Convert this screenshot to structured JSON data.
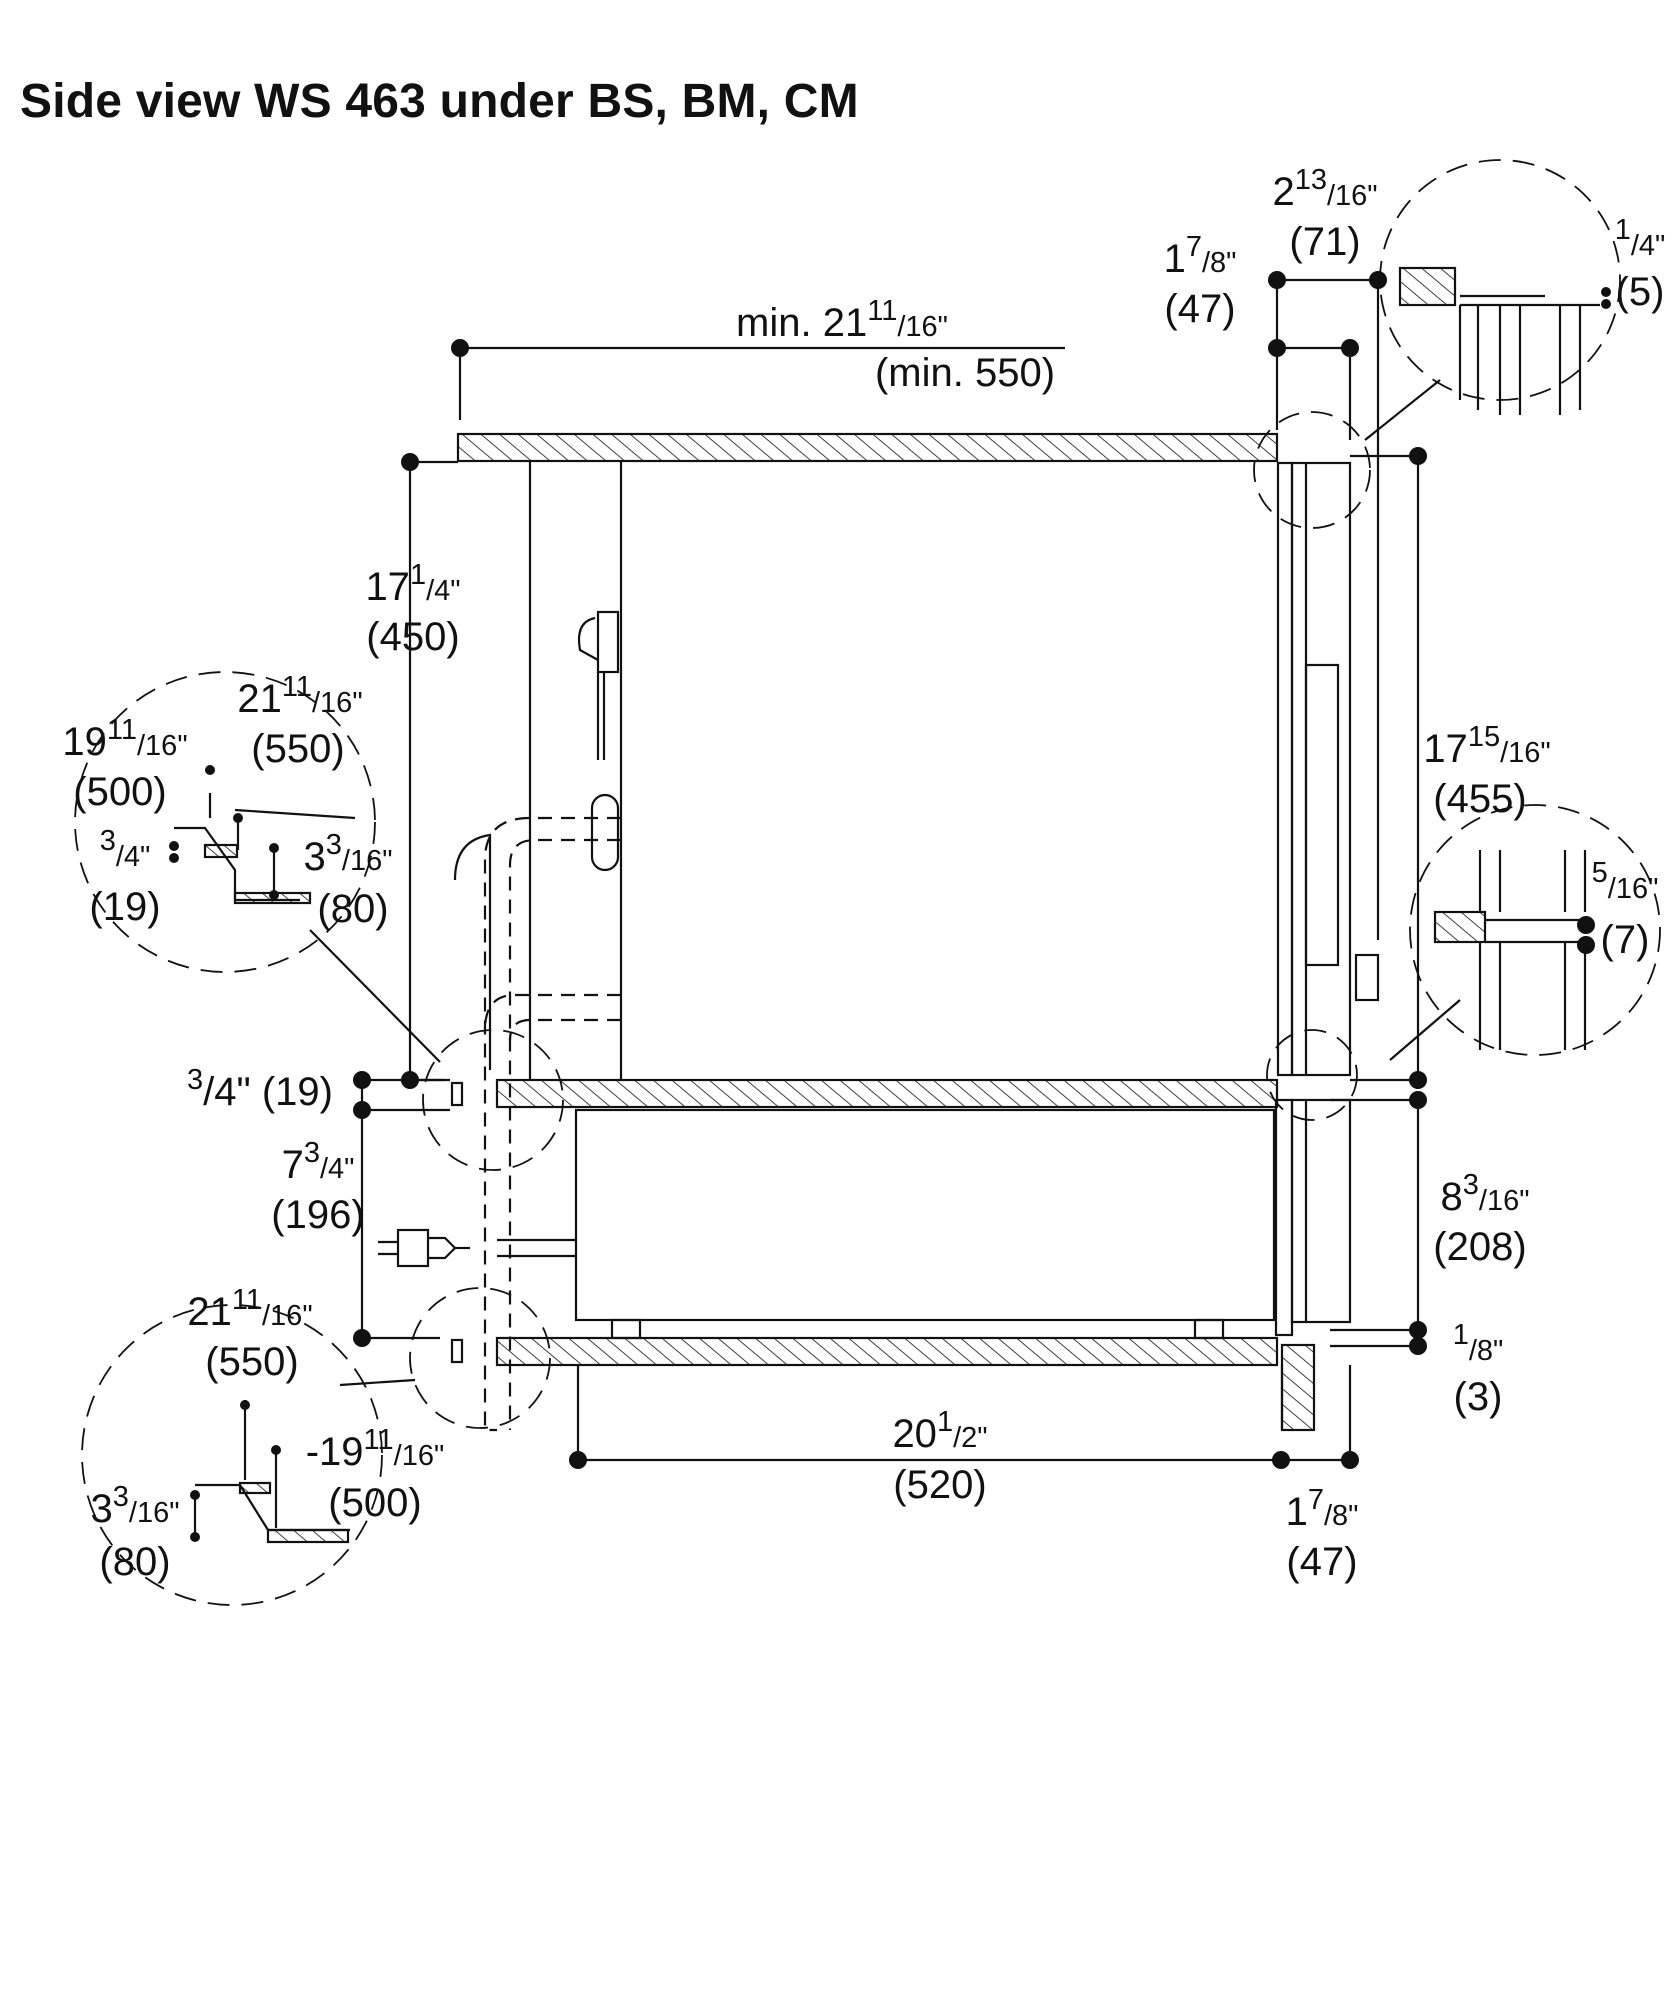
{
  "title": "Side view WS 463 under BS, BM, CM",
  "dimensions": {
    "top_width": {
      "whole": "min. 21",
      "num": "11",
      "den": "/16\"",
      "metric": "(min. 550)"
    },
    "front_47_top": {
      "whole": "1",
      "num": "7",
      "den": "/8\"",
      "metric": "(47)"
    },
    "front_71": {
      "whole": "2",
      "num": "13",
      "den": "/16\"",
      "metric": "(71)"
    },
    "detail_quarter": {
      "whole": "",
      "num": "1",
      "den": "/4\"",
      "metric": "(5)"
    },
    "upper_height": {
      "whole": "17",
      "num": "1",
      "den": "/4\"",
      "metric": "(450)"
    },
    "appliance_height": {
      "whole": "17",
      "num": "15",
      "den": "/16\"",
      "metric": "(455)"
    },
    "gap_5_16": {
      "whole": "",
      "num": "5",
      "den": "/16\"",
      "metric": "(7)"
    },
    "shelf_thickness": {
      "whole": "",
      "num": "3",
      "den": "/4\" (19)",
      "metric": ""
    },
    "drawer_height_left": {
      "whole": "7",
      "num": "3",
      "den": "/4\"",
      "metric": "(196)"
    },
    "drawer_height_right": {
      "whole": "8",
      "num": "3",
      "den": "/16\"",
      "metric": "(208)"
    },
    "gap_1_8": {
      "whole": "",
      "num": "1",
      "den": "/8\"",
      "metric": "(3)"
    },
    "bottom_depth": {
      "whole": "20",
      "num": "1",
      "den": "/2\"",
      "metric": "(520)"
    },
    "front_47_bottom": {
      "whole": "1",
      "num": "7",
      "den": "/8\"",
      "metric": "(47)"
    },
    "top_detail_550": {
      "whole": "21",
      "num": "11",
      "den": "/16\"",
      "metric": "(550)"
    },
    "top_detail_500": {
      "whole": "19",
      "num": "11",
      "den": "/16\"",
      "metric": "(500)"
    },
    "top_detail_19": {
      "whole": "",
      "num": "3",
      "den": "/4\"",
      "metric": "(19)"
    },
    "top_detail_80": {
      "whole": "3",
      "num": "3",
      "den": "/16\"",
      "metric": "(80)"
    },
    "bottom_detail_550": {
      "whole": "21",
      "num": "11",
      "den": "/16\"",
      "metric": "(550)"
    },
    "bottom_detail_500": {
      "whole": "-19",
      "num": "11",
      "den": "/16\"",
      "metric": "(500)"
    },
    "bottom_detail_80": {
      "whole": "3",
      "num": "3",
      "den": "/16\"",
      "metric": "(80)"
    }
  }
}
